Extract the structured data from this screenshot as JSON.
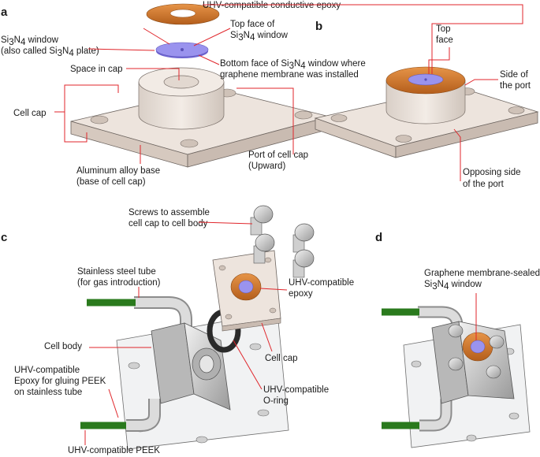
{
  "panels": {
    "a": "a",
    "b": "b",
    "c": "c",
    "d": "d"
  },
  "labels": {
    "uhv_conductive_epoxy": "UHV-compatible conductive epoxy",
    "si3n4_window_1": "Si",
    "si3n4_window_sub3": "3",
    "si3n4_window_N": "N",
    "si3n4_window_sub4": "4",
    "si3n4_window_rest": " window",
    "also_called_prefix": "(also called Si",
    "also_called_sub3": "3",
    "also_called_N": "N",
    "also_called_sub4": "4",
    "also_called_rest": " plate)",
    "top_face_line1": "Top face of",
    "top_face_line2_pre": "Si",
    "top_face_sub3": "3",
    "top_face_N": "N",
    "top_face_sub4": "4",
    "top_face_line2_rest": " window",
    "bottom_face_line1_pre": "Bottom face of Si",
    "bottom_face_sub3": "3",
    "bottom_face_N": "N",
    "bottom_face_sub4": "4",
    "bottom_face_line1_rest": " window where",
    "bottom_face_line2": "graphene membrane was installed",
    "space_in_cap": "Space in cap",
    "cell_cap_a": "Cell cap",
    "aluminum_base_line1": "Aluminum alloy base",
    "aluminum_base_line2": "(base of cell cap)",
    "port_line1": "Port of cell cap",
    "port_line2": "(Upward)",
    "b_top_face_line1": "Top",
    "b_top_face_line2": "face",
    "side_port_line1": "Side of",
    "side_port_line2": "the port",
    "opposing_line1": "Opposing side",
    "opposing_line2": "of the port",
    "screws_line1": "Screws to assemble",
    "screws_line2": "cell cap to cell body",
    "steel_tube_line1": "Stainless steel tube",
    "steel_tube_line2": "(for gas introduction)",
    "uhv_epoxy_c_line1": "UHV-compatible",
    "uhv_epoxy_c_line2": "epoxy",
    "cell_body": "Cell body",
    "uhv_epoxy_peek_line1": "UHV-compatible",
    "uhv_epoxy_peek_line2": "Epoxy for gluing PEEK",
    "uhv_epoxy_peek_line3": "on stainless tube",
    "cell_cap_c": "Cell cap",
    "oring_line1": "UHV-compatible",
    "oring_line2": "O-ring",
    "peek": "UHV-compatible PEEK",
    "graphene_line1": "Graphene membrane-sealed",
    "graphene_line2_pre": "Si",
    "graphene_sub3": "3",
    "graphene_N": "N",
    "graphene_sub4": "4",
    "graphene_line2_rest": " window"
  },
  "colors": {
    "leader": "#e0262b",
    "plate_top": "#ece3dc",
    "plate_side": "#d8ccc3",
    "epoxy": "#d0792e",
    "window": "#8f88e6",
    "steel": "#c8c8c8",
    "peek": "#4cbe3a",
    "oring": "#2a2a2a"
  }
}
